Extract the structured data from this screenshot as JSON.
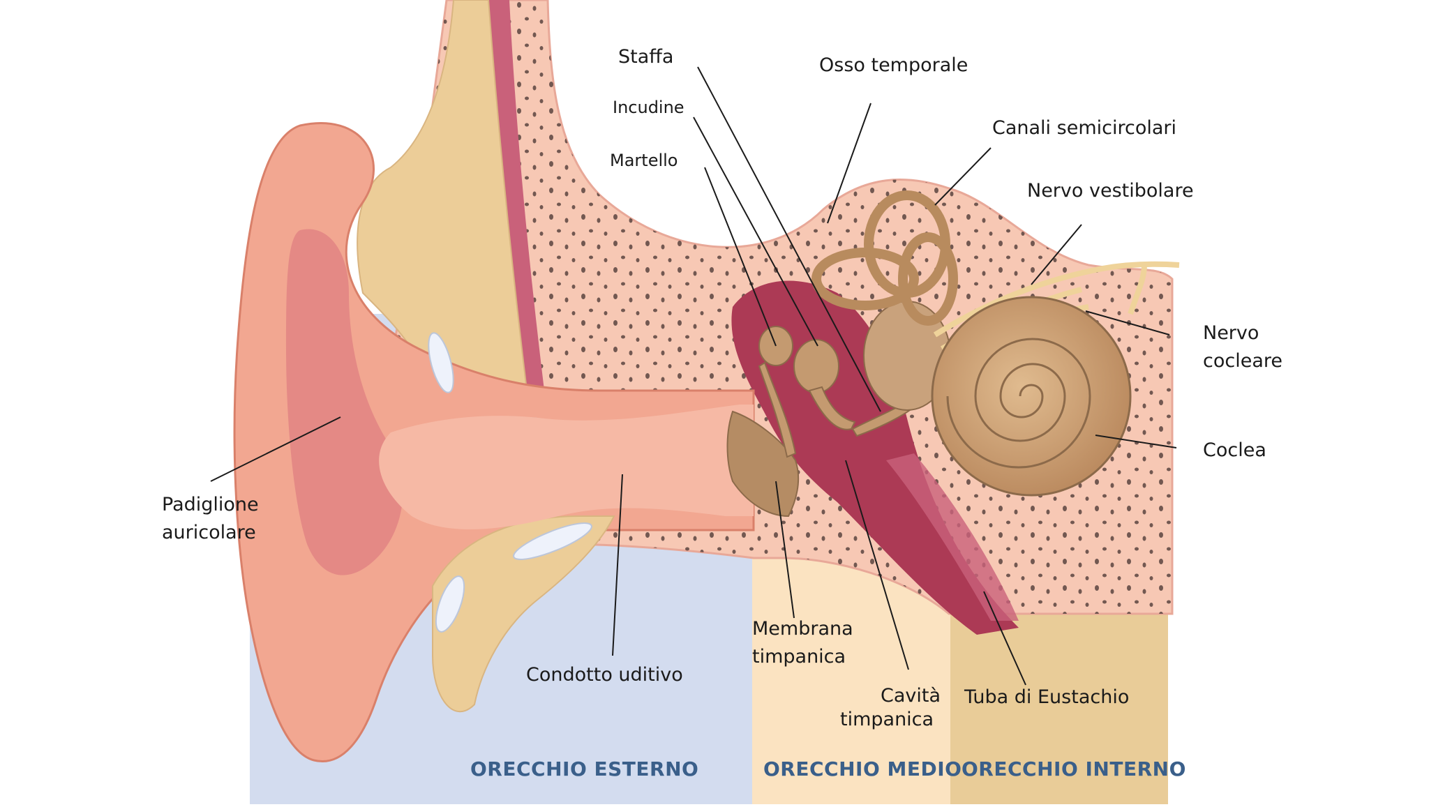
{
  "regions": {
    "outer": "ORECCHIO ESTERNO",
    "middle": "ORECCHIO MEDIO",
    "inner": "ORECCHIO INTERNO"
  },
  "labels": {
    "staffa": "Staffa",
    "incudine": "Incudine",
    "martello": "Martello",
    "osso_temporale": "Osso temporale",
    "canali_semicircolari": "Canali semicircolari",
    "nervo_vestibolare": "Nervo vestibolare",
    "nervo_cocleare_1": "Nervo",
    "nervo_cocleare_2": "cocleare",
    "coclea": "Coclea",
    "padiglione_1": "Padiglione",
    "padiglione_2": "auricolare",
    "condotto_uditivo": "Condotto uditivo",
    "membrana_1": "Membrana",
    "membrana_2": "timpanica",
    "cavita_1": "Cavità",
    "cavita_2": "timpanica",
    "tuba": "Tuba di Eustachio"
  },
  "colors": {
    "outer_bg": "#d3dcef",
    "middle_bg": "#fbe3c1",
    "inner_bg": "#e9cc98",
    "bone": "#f7c8b4",
    "skin": "#f2a791",
    "cartilage": "#eccd98",
    "ossicles": "#c49a70",
    "cavity": "#ac3a55",
    "region_text": "#3a5f8a"
  }
}
